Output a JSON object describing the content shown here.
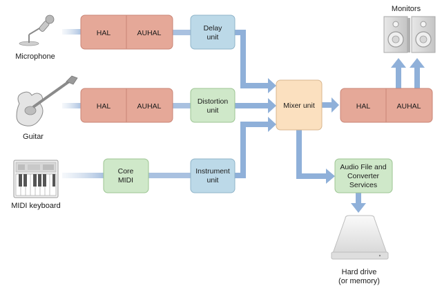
{
  "sources": {
    "microphone": "Microphone",
    "guitar": "Guitar",
    "midi_keyboard": "MIDI keyboard"
  },
  "row1": {
    "hal": "HAL",
    "auhal": "AUHAL",
    "unit": [
      "Delay",
      "unit"
    ]
  },
  "row2": {
    "hal": "HAL",
    "auhal": "AUHAL",
    "unit": [
      "Distortion",
      "unit"
    ]
  },
  "row3": {
    "core": [
      "Core",
      "MIDI"
    ],
    "unit": [
      "Instrument",
      "unit"
    ]
  },
  "mixer": "Mixer unit",
  "output": {
    "hal": "HAL",
    "auhal": "AUHAL"
  },
  "monitors": "Monitors",
  "audio_file": [
    "Audio File and",
    "Converter",
    "Services"
  ],
  "hard_drive": [
    "Hard drive",
    "(or memory)"
  ],
  "colors": {
    "hal_fill": "#e5a898",
    "unit_blue": "#bcd9e8",
    "unit_green": "#cfe8c9",
    "mixer_fill": "#fbe0bf",
    "arrow": "#8fb0d9"
  }
}
